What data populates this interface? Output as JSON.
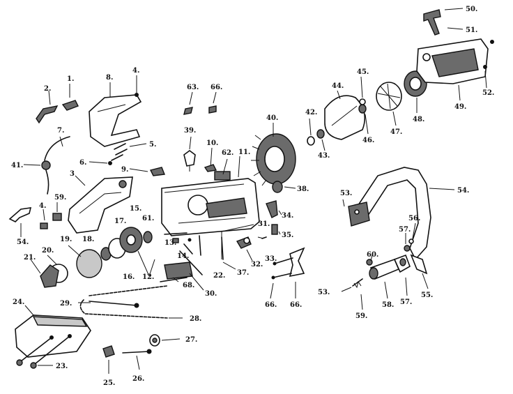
{
  "diagram": {
    "title": "",
    "labels": [
      {
        "text": "1."
      },
      {
        "text": "2."
      },
      {
        "text": "3"
      },
      {
        "text": "4."
      },
      {
        "text": "4."
      },
      {
        "text": "5."
      },
      {
        "text": "6."
      },
      {
        "text": "7."
      },
      {
        "text": "8."
      },
      {
        "text": "9."
      },
      {
        "text": "10."
      },
      {
        "text": "11."
      },
      {
        "text": "12."
      },
      {
        "text": "13."
      },
      {
        "text": "14."
      },
      {
        "text": "15."
      },
      {
        "text": "16."
      },
      {
        "text": "17."
      },
      {
        "text": "18."
      },
      {
        "text": "19."
      },
      {
        "text": "20."
      },
      {
        "text": "21."
      },
      {
        "text": "22."
      },
      {
        "text": "23."
      },
      {
        "text": "24."
      },
      {
        "text": "25."
      },
      {
        "text": "26."
      },
      {
        "text": "27."
      },
      {
        "text": "28."
      },
      {
        "text": "29."
      },
      {
        "text": "30."
      },
      {
        "text": "31."
      },
      {
        "text": "32."
      },
      {
        "text": "33."
      },
      {
        "text": "34."
      },
      {
        "text": "35."
      },
      {
        "text": "37."
      },
      {
        "text": "38."
      },
      {
        "text": "39."
      },
      {
        "text": "40."
      },
      {
        "text": "41."
      },
      {
        "text": "42."
      },
      {
        "text": "43."
      },
      {
        "text": "44."
      },
      {
        "text": "45."
      },
      {
        "text": "46."
      },
      {
        "text": "47."
      },
      {
        "text": "48."
      },
      {
        "text": "49."
      },
      {
        "text": "50."
      },
      {
        "text": "51."
      },
      {
        "text": "52."
      },
      {
        "text": "53."
      },
      {
        "text": "53."
      },
      {
        "text": "54."
      },
      {
        "text": "54."
      },
      {
        "text": "55."
      },
      {
        "text": "56."
      },
      {
        "text": "57."
      },
      {
        "text": "57."
      },
      {
        "text": "58."
      },
      {
        "text": "59."
      },
      {
        "text": "59."
      },
      {
        "text": "60."
      },
      {
        "text": "61."
      },
      {
        "text": "62."
      },
      {
        "text": "63."
      },
      {
        "text": "66."
      },
      {
        "text": "66."
      },
      {
        "text": "66."
      },
      {
        "text": "68."
      }
    ]
  }
}
